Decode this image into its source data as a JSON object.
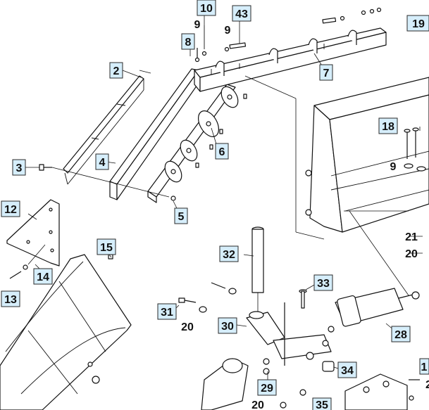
{
  "diagram": {
    "callouts": {
      "c2": "2",
      "c3": "3",
      "c4": "4",
      "c5": "5",
      "c6": "6",
      "c7": "7",
      "c8": "8",
      "c9a": "9",
      "c10": "10",
      "c9b": "9",
      "c43": "43",
      "c19": "19",
      "c18": "18",
      "c9c": "9",
      "c21": "21",
      "c20a": "20",
      "c12": "12",
      "c14": "14",
      "c13": "13",
      "c15": "15",
      "c32": "32",
      "c33": "33",
      "c31": "31",
      "c20b": "20",
      "c30": "30",
      "c28": "28",
      "c34": "34",
      "c29": "29",
      "c20c": "20",
      "c35": "35",
      "c1": "1",
      "c2b": "2"
    }
  }
}
